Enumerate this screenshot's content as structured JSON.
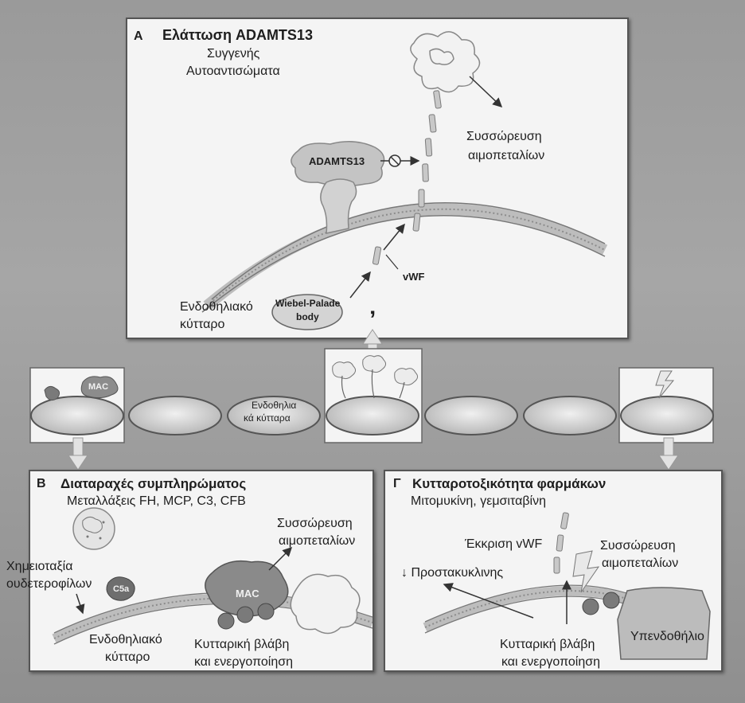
{
  "panel_a": {
    "letter": "A",
    "title": "Ελάττωση ADAMTS13",
    "line1": "Συγγενής",
    "line2": "Αυτοαντισώματα",
    "aggregation_l1": "Συσσώρευση",
    "aggregation_l2": "αιμοπεταλίων",
    "adamts13": "ADAMTS13",
    "vwf": "vWF",
    "endothelial_l1": "Ενδοθηλιακό",
    "endothelial_l2": "κύτταρο",
    "wp_l1": "Wiebel-Palade",
    "wp_l2": "body",
    "comma": "’"
  },
  "strip": {
    "mac": "MAC",
    "endo_l1": "Ενδοθηλια",
    "endo_l2": "κά κύτταρα"
  },
  "panel_b": {
    "letter": "B",
    "title": "Διαταραχές συμπληρώματος",
    "line1": "Μεταλλάξεις FH, MCP, C3, CFB",
    "aggregation_l1": "Συσσώρευση",
    "aggregation_l2": "αιμοπεταλίων",
    "chemo_l1": "Χημειοταξία",
    "chemo_l2": "ουδετεροφίλων",
    "c5a": "C5a",
    "mac": "MAC",
    "endothelial_l1": "Ενδοθηλιακό",
    "endothelial_l2": "κύτταρο",
    "damage_l1": "Κυτταρική βλάβη",
    "damage_l2": "και ενεργοποίηση"
  },
  "panel_c": {
    "letter": "Γ",
    "title": "Κυτταροτοξικότητα φαρμάκων",
    "line1": "Μιτομυκίνη, γεμσιταβίνη",
    "vwf_secretion": "Έκκριση vWF",
    "prostacyclin": "↓ Προστακυκλινης",
    "aggregation_l1": "Συσσώρευση",
    "aggregation_l2": "αιμοπεταλίων",
    "subendothelium": "Υπενδοθήλιο",
    "damage_l1": "Κυτταρική βλάβη",
    "damage_l2": "και ενεργοποίηση"
  },
  "colors": {
    "panel_bg": "#f4f4f4",
    "membrane": "#9c9c9c",
    "cell_fill": "#d4d4d4",
    "arrow": "#333333"
  }
}
